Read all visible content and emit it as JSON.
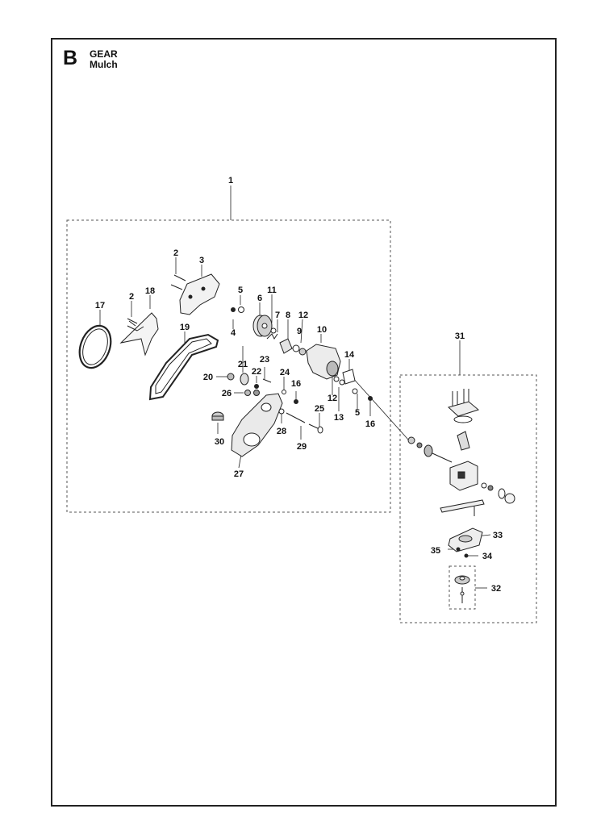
{
  "section": {
    "letter": "B",
    "title": "GEAR",
    "subtitle": "Mulch"
  },
  "callouts": {
    "n1": "1",
    "n2a": "2",
    "n2b": "2",
    "n3": "3",
    "n4": "4",
    "n5a": "5",
    "n5b": "5",
    "n6": "6",
    "n7": "7",
    "n8": "8",
    "n9": "9",
    "n10": "10",
    "n11": "11",
    "n12a": "12",
    "n12b": "12",
    "n13": "13",
    "n14": "14",
    "n16a": "16",
    "n16b": "16",
    "n17": "17",
    "n18": "18",
    "n19": "19",
    "n20": "20",
    "n21": "21",
    "n22": "22",
    "n23": "23",
    "n24": "24",
    "n25": "25",
    "n26": "26",
    "n27": "27",
    "n28": "28",
    "n29": "29",
    "n30": "30",
    "n31": "31",
    "n32": "32",
    "n33": "33",
    "n34": "34",
    "n35": "35"
  }
}
